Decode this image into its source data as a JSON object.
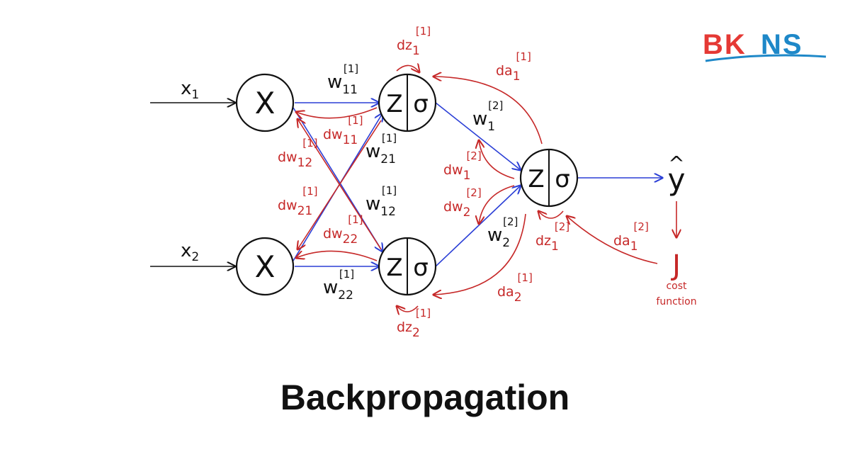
{
  "title": "Backpropagation",
  "logo": {
    "text": "BKNS",
    "colors": {
      "b_k": "#e53935",
      "ns": "#1e88c8"
    }
  },
  "colors": {
    "forward": "#2b3fd6",
    "backward": "#c62828",
    "ink": "#111111"
  },
  "inputs": [
    {
      "base": "x",
      "sub": "1",
      "mark": "X"
    },
    {
      "base": "x",
      "sub": "2",
      "mark": "X"
    }
  ],
  "hidden_nodes": [
    {
      "left": "Z",
      "right": "σ"
    },
    {
      "left": "Z",
      "right": "σ"
    }
  ],
  "output_node": {
    "left": "Z",
    "right": "σ"
  },
  "output": {
    "y_hat": "y",
    "hat": "^",
    "cost": "J",
    "cost_caption_1": "cost",
    "cost_caption_2": "function"
  },
  "weights": {
    "w11": {
      "base": "w",
      "sub": "11",
      "sup": "[1]"
    },
    "w21": {
      "base": "w",
      "sub": "21",
      "sup": "[1]"
    },
    "w12": {
      "base": "w",
      "sub": "12",
      "sup": "[1]"
    },
    "w22": {
      "base": "w",
      "sub": "22",
      "sup": "[1]"
    },
    "w1_2": {
      "base": "w",
      "sub": "1",
      "sup": "[2]"
    },
    "w2_2": {
      "base": "w",
      "sub": "2",
      "sup": "[2]"
    }
  },
  "gradients": {
    "dz1_1": {
      "base": "dz",
      "sub": "1",
      "sup": "[1]"
    },
    "dz2_1": {
      "base": "dz",
      "sub": "2",
      "sup": "[1]"
    },
    "da1_1": {
      "base": "da",
      "sub": "1",
      "sup": "[1]"
    },
    "da2_1": {
      "base": "da",
      "sub": "2",
      "sup": "[1]"
    },
    "dw11": {
      "base": "dw",
      "sub": "11",
      "sup": "[1]"
    },
    "dw12": {
      "base": "dw",
      "sub": "12",
      "sup": "[1]"
    },
    "dw21": {
      "base": "dw",
      "sub": "21",
      "sup": "[1]"
    },
    "dw22": {
      "base": "dw",
      "sub": "22",
      "sup": "[1]"
    },
    "dw1_2": {
      "base": "dw",
      "sub": "1",
      "sup": "[2]"
    },
    "dw2_2": {
      "base": "dw",
      "sub": "2",
      "sup": "[2]"
    },
    "dz1_2": {
      "base": "dz",
      "sub": "1",
      "sup": "[2]"
    },
    "da1_2": {
      "base": "da",
      "sub": "1",
      "sup": "[2]"
    }
  }
}
